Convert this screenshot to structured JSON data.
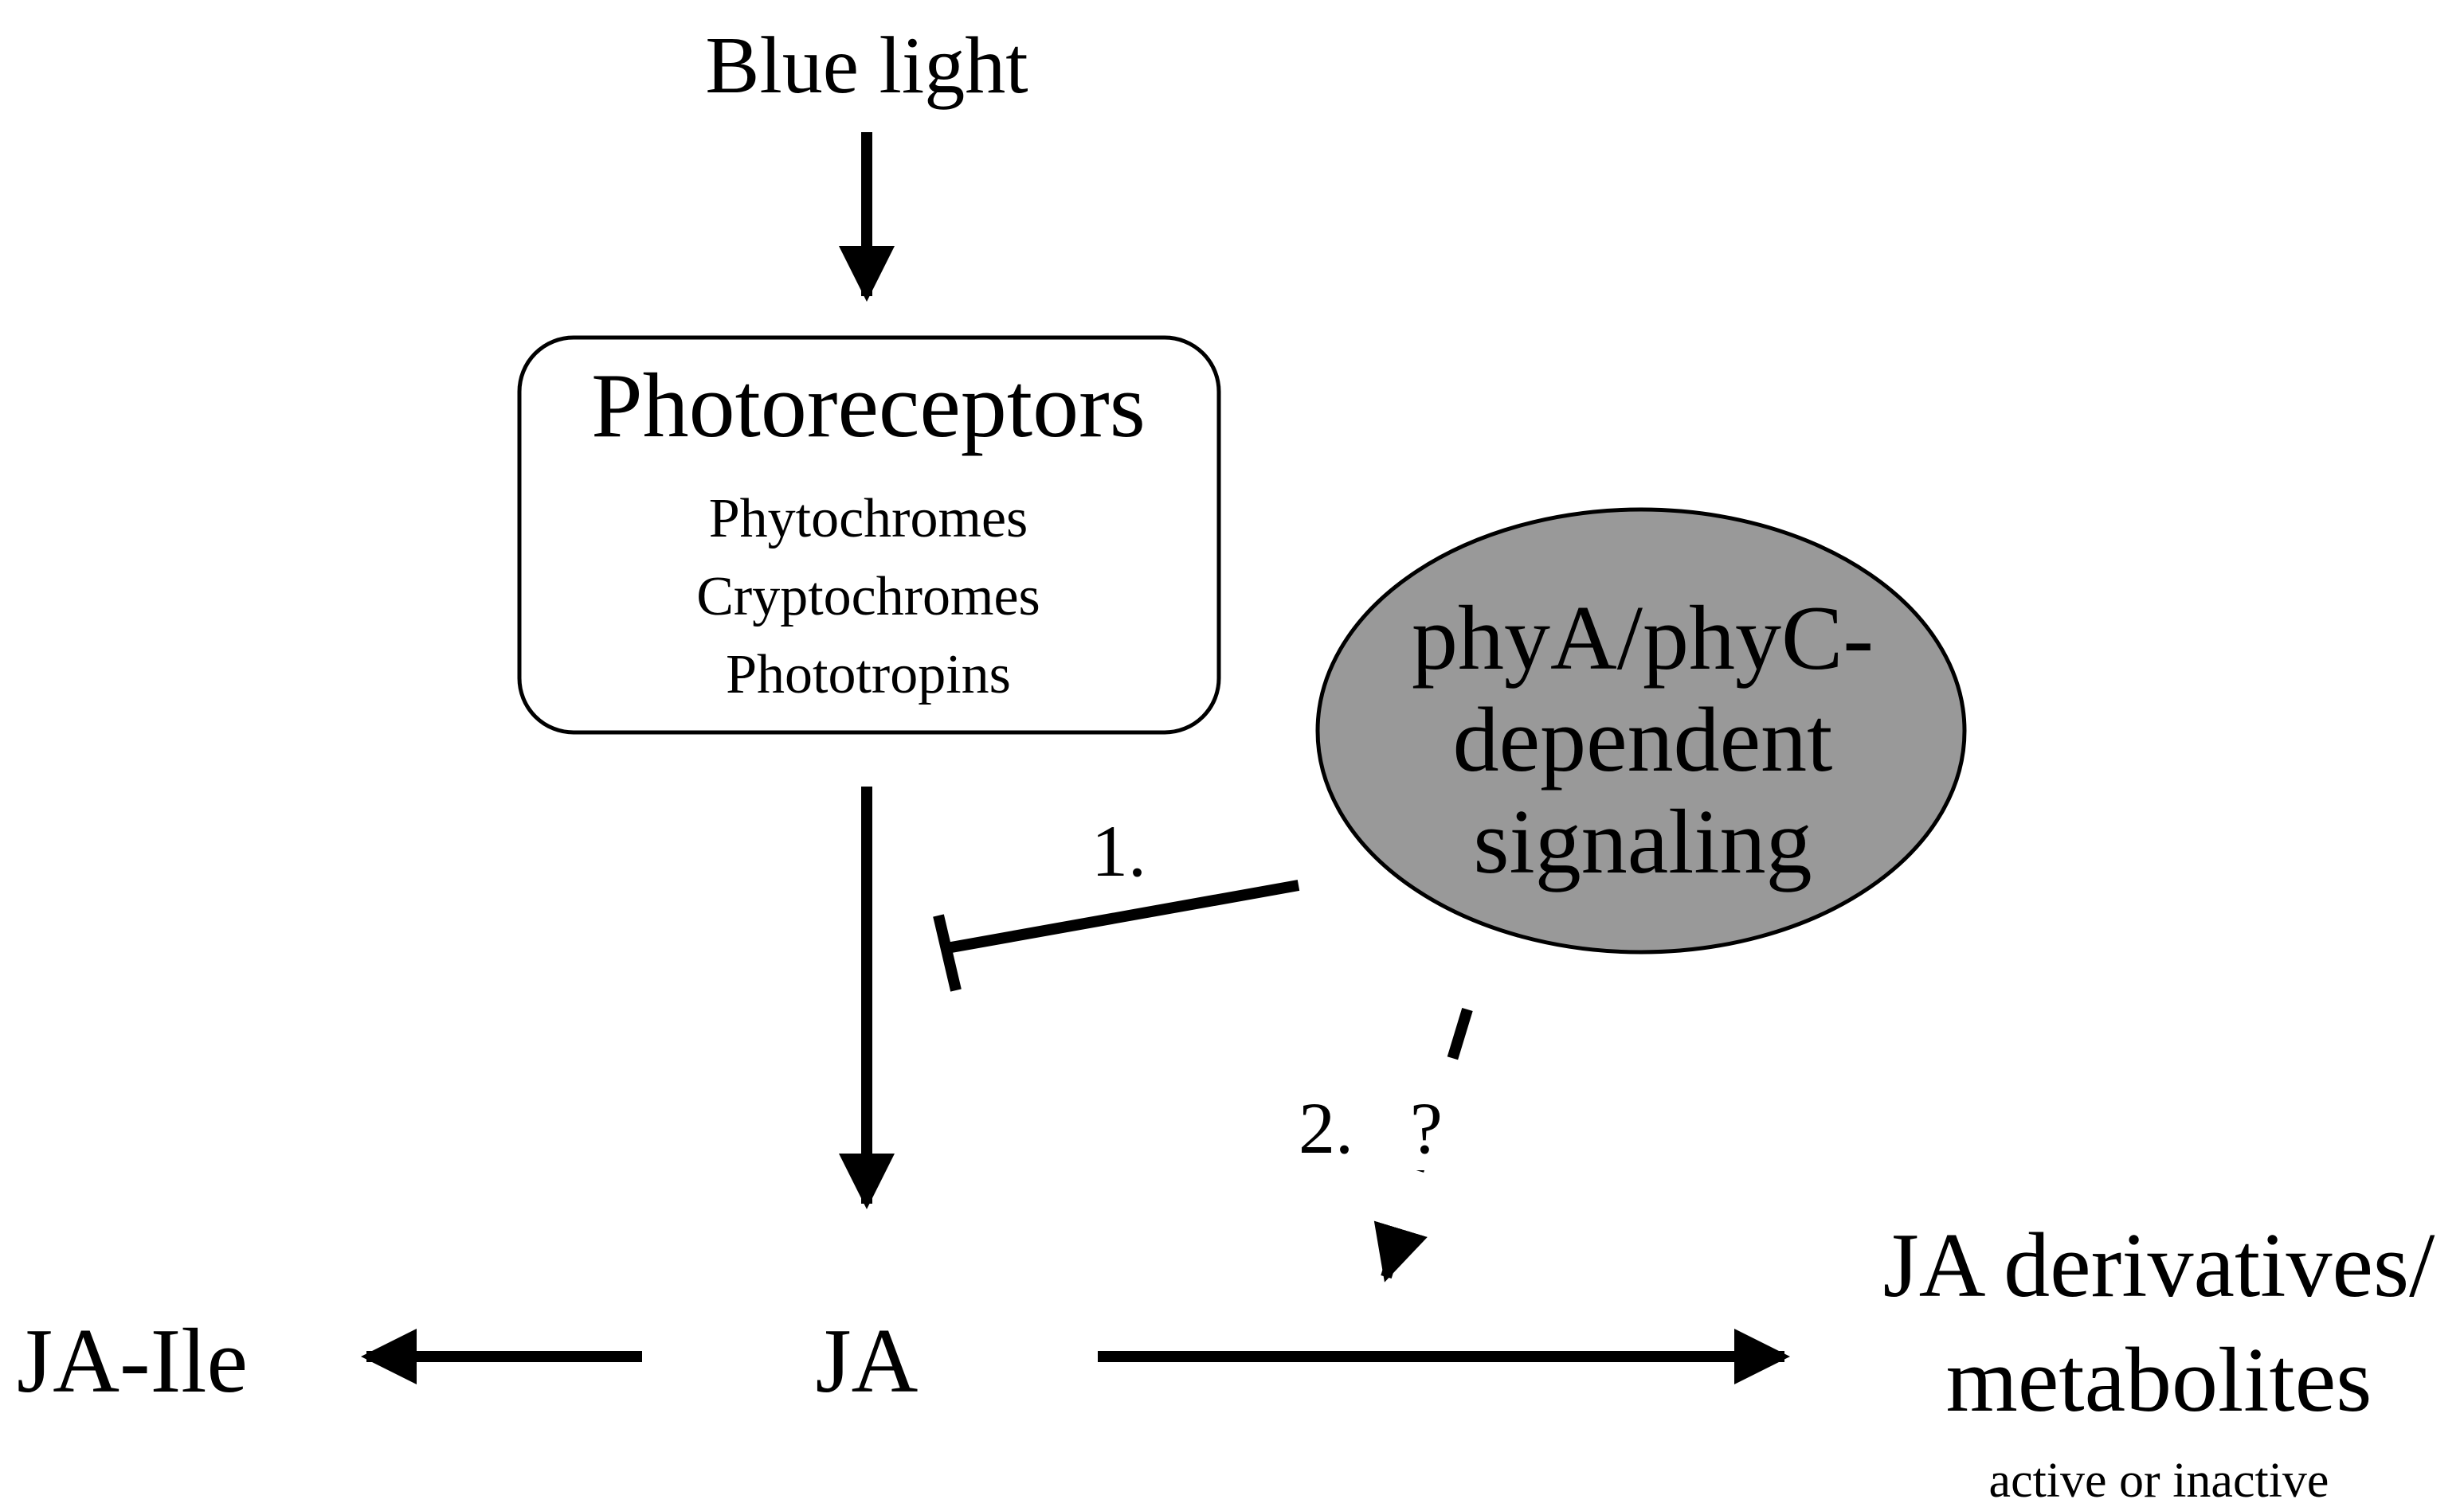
{
  "nodes": {
    "blue_light": "Blue light",
    "photoreceptors": {
      "title": "Photoreceptors",
      "members": [
        "Phytochromes",
        "Cryptochromes",
        "Phototropins"
      ]
    },
    "signaling": {
      "lines": [
        "phyA/phyC-",
        "dependent",
        "signaling"
      ],
      "fill": "#999999"
    },
    "ja": "JA",
    "ja_ile": "JA-Ile",
    "ja_derivatives": {
      "lines": [
        "JA derivatives/",
        "metabolites"
      ],
      "note": "active or inactive"
    }
  },
  "edges": {
    "inhibition_label": "1.",
    "dashed_label": "2.",
    "dashed_question": "?"
  },
  "colors": {
    "line": "#000000",
    "background": "#ffffff"
  }
}
